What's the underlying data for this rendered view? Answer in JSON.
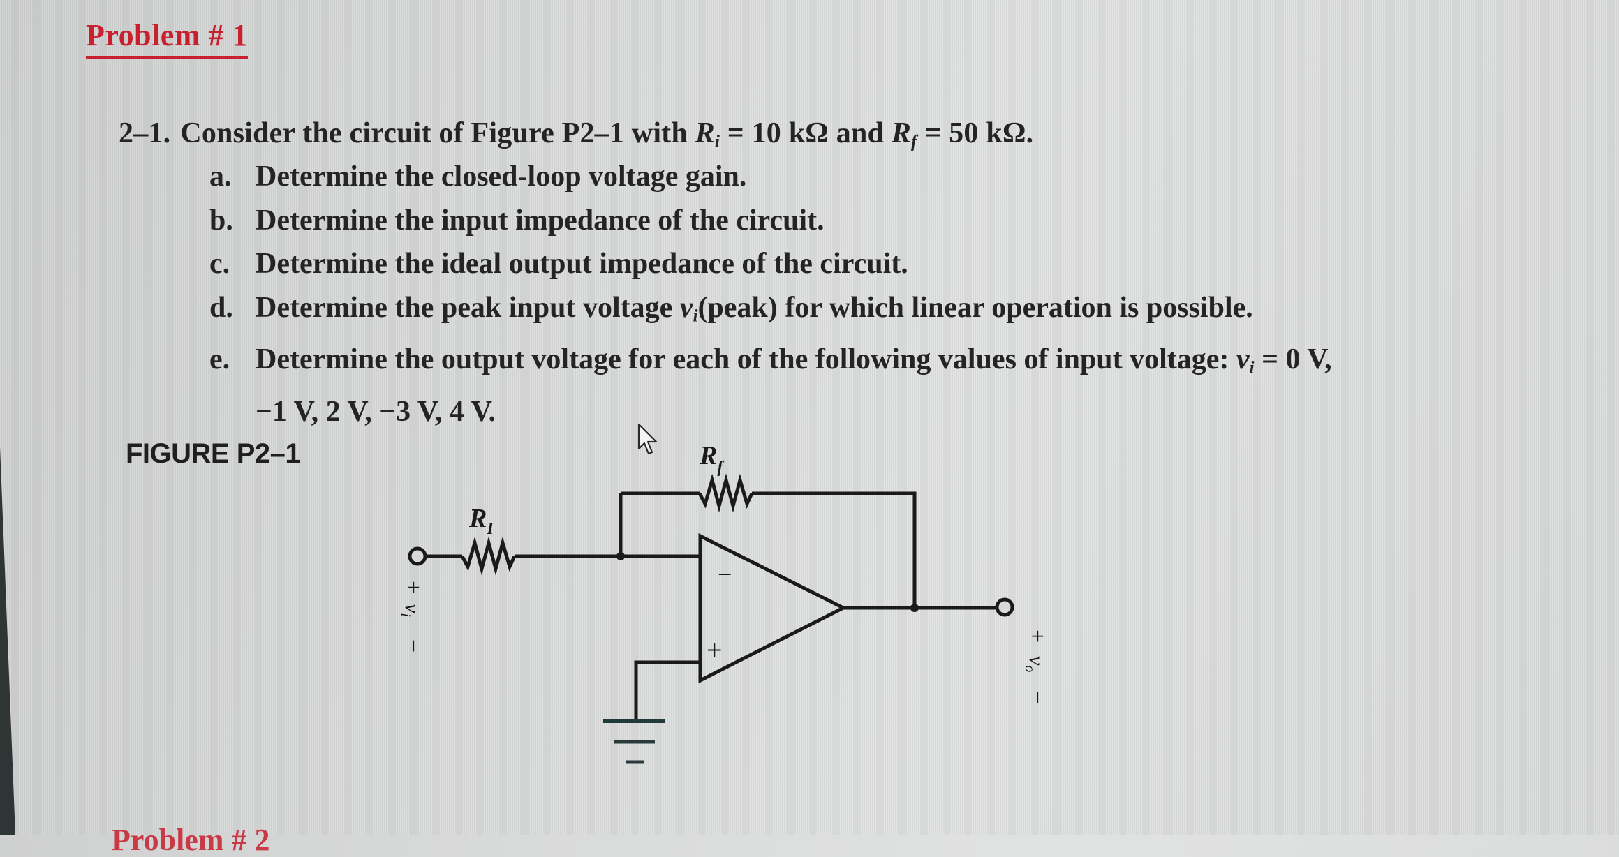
{
  "problem": {
    "heading": "Problem # 1",
    "next_heading_partial": "Problem # 2",
    "heading_color": "#c8202f"
  },
  "question": {
    "number": "2–1.",
    "intro_prefix": "Consider the circuit of Figure P2–1 with ",
    "ri_symbol": "R",
    "ri_sub": "i",
    "ri_value": " = 10 kΩ and ",
    "rf_symbol": "R",
    "rf_sub": "f",
    "rf_value": " = 50 kΩ.",
    "parts": [
      {
        "letter": "a.",
        "text": "Determine the closed-loop voltage gain."
      },
      {
        "letter": "b.",
        "text": "Determine the input impedance of the circuit."
      },
      {
        "letter": "c.",
        "text": "Determine the ideal output impedance of the circuit."
      },
      {
        "letter": "d.",
        "text_before": "Determine the peak input voltage ",
        "var": "v",
        "var_sub": "i",
        "text_after": "(peak) for which linear operation is possible."
      },
      {
        "letter": "e.",
        "text_before": "Determine the output voltage for each of the following values of input voltage: ",
        "var": "v",
        "var_sub": "i",
        "text_after": " = 0 V,",
        "continuation": "−1 V, 2 V, −3 V, 4 V."
      }
    ]
  },
  "figure": {
    "label": "FIGURE P2–1",
    "components": {
      "input_resistor_label": "R",
      "input_resistor_sub": "I",
      "feedback_resistor_label": "R",
      "feedback_resistor_sub": "f",
      "opamp_inverting": "−",
      "opamp_noninverting": "+",
      "input_voltage_label": "v",
      "input_voltage_sub": "i",
      "output_voltage_label": "v",
      "output_voltage_sub": "o",
      "plus_sign": "+",
      "minus_sign": "−"
    }
  }
}
